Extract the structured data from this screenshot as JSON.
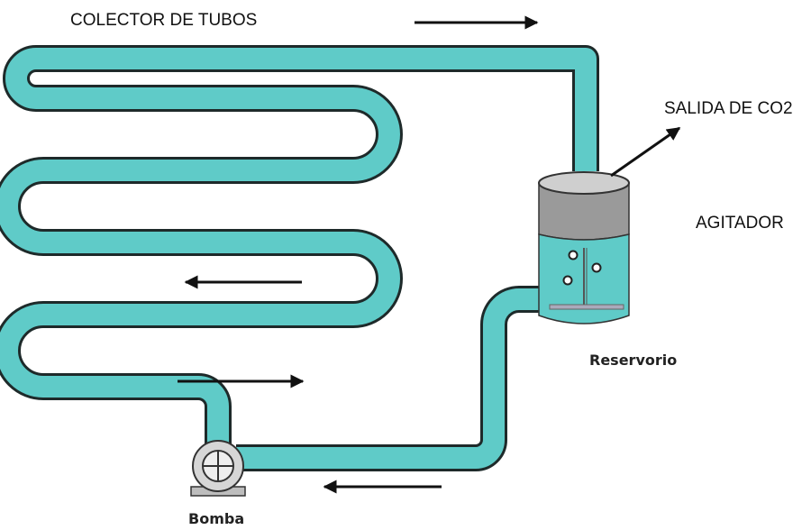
{
  "labels": {
    "collector": "COLECTOR DE TUBOS",
    "co2_outlet": "SALIDA DE CO2",
    "agitator": "AGITADOR",
    "reservoir": "Reservorio",
    "pump": "Bomba"
  },
  "colors": {
    "pipe_fill": "#5fcbc8",
    "pipe_outline": "#1e2a2a",
    "liquid": "#5fcbc8",
    "tank_gas": "#9a9a9a",
    "tank_rim": "#cfcfcf",
    "pump_body": "#d6d6d6",
    "arrow": "#111111"
  },
  "icons": {
    "pump": "pump-icon",
    "reservoir": "reservoir-tank-icon",
    "agitator": "agitator-icon",
    "flow_arrow": "flow-arrow-icon"
  }
}
